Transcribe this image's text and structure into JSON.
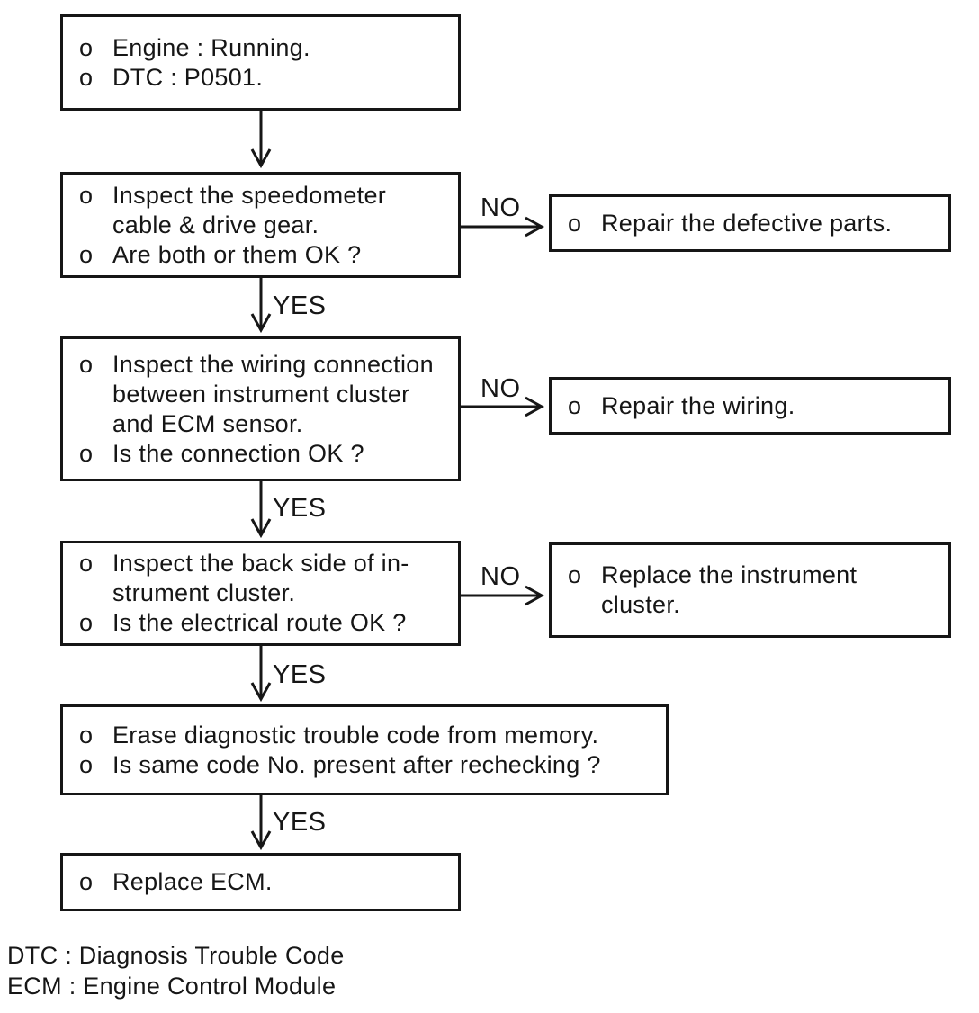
{
  "flowchart": {
    "bullet": "o",
    "nodes": [
      {
        "id": "start",
        "items": [
          "Engine : Running.",
          "DTC : P0501."
        ]
      },
      {
        "id": "inspect-speedometer",
        "items": [
          "Inspect the speedometer\ncable & drive gear.",
          "Are both or them OK ?"
        ]
      },
      {
        "id": "repair-defective-parts",
        "items": [
          "Repair the defective parts."
        ]
      },
      {
        "id": "inspect-wiring",
        "items": [
          "Inspect the wiring connection\nbetween instrument cluster\nand ECM sensor.",
          "Is the connection OK ?"
        ]
      },
      {
        "id": "repair-wiring",
        "items": [
          "Repair the wiring."
        ]
      },
      {
        "id": "inspect-cluster-back",
        "items": [
          "Inspect the back side of in-\nstrument cluster.",
          "Is the electrical route OK ?"
        ]
      },
      {
        "id": "replace-instrument-cluster",
        "items": [
          "Replace the instrument\ncluster."
        ]
      },
      {
        "id": "erase-dtc",
        "items": [
          "Erase diagnostic trouble code from memory.",
          "Is same code No. present after rechecking ?"
        ]
      },
      {
        "id": "replace-ecm",
        "items": [
          "Replace ECM."
        ]
      }
    ],
    "edges": [
      {
        "from": "start",
        "to": "inspect-speedometer",
        "label": ""
      },
      {
        "from": "inspect-speedometer",
        "to": "repair-defective-parts",
        "label": "NO"
      },
      {
        "from": "inspect-speedometer",
        "to": "inspect-wiring",
        "label": "YES"
      },
      {
        "from": "inspect-wiring",
        "to": "repair-wiring",
        "label": "NO"
      },
      {
        "from": "inspect-wiring",
        "to": "inspect-cluster-back",
        "label": "YES"
      },
      {
        "from": "inspect-cluster-back",
        "to": "replace-instrument-cluster",
        "label": "NO"
      },
      {
        "from": "inspect-cluster-back",
        "to": "erase-dtc",
        "label": "YES"
      },
      {
        "from": "erase-dtc",
        "to": "replace-ecm",
        "label": "YES"
      }
    ],
    "legend": [
      "DTC : Diagnosis Trouble Code",
      "ECM : Engine Control Module"
    ],
    "line_color": "#161616"
  }
}
